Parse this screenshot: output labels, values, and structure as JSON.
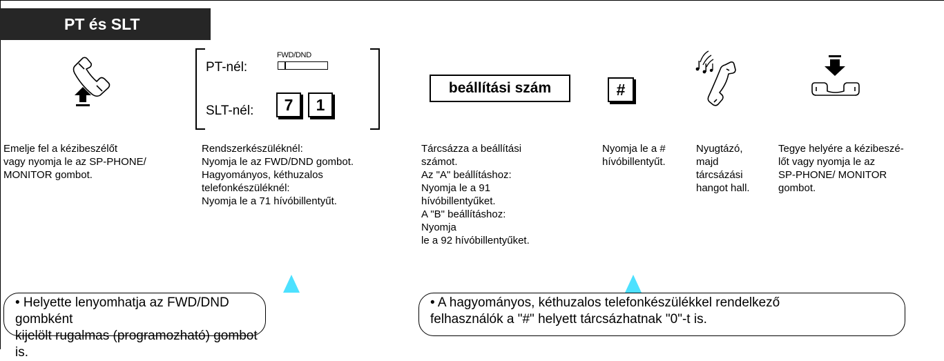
{
  "header": {
    "title": "PT és SLT"
  },
  "steps": [
    {
      "caption": "Emelje fel a kézibeszélőt\nvagy nyomja le az SP-PHONE/\nMONITOR gombot."
    },
    {
      "caption": "Rendszerkészüléknél:\nNyomja le az FWD/DND gombot.\nHagyományos, kéthuzalos\ntelefonkészüléknél:\nNyomja le a 71 hívóbillentyűt."
    },
    {
      "caption": "Tárcsázza a beállítási\nszámot.\nAz \"A\" beállításhoz:\nNyomja le a 91\nhívóbillentyűket.\nA \"B\" beállításhoz:\nNyomja\nle a 92 hívóbillentyűket."
    },
    {
      "caption": "Nyomja le a #\nhívóbillentyűt."
    },
    {
      "caption": "Nyugtázó,\nmajd\ntárcsázási\nhangot hall."
    },
    {
      "caption": "Tegye helyére a kézibeszé-\nlőt vagy nyomja le az\nSP-PHONE/ MONITOR\ngombot."
    }
  ],
  "dial_options": {
    "pt_label": "PT-nél:",
    "fwd_key_label": "FWD/DND",
    "slt_label": "SLT-nél:",
    "keys": [
      "7",
      "1"
    ]
  },
  "setting_number_label": "beállítási szám",
  "hash_key": "#",
  "notes": [
    {
      "text": "• Helyette lenyomhatja az FWD/DND gombként\nkijelölt rugalmas (programozható) gombot is."
    },
    {
      "text": "• A hagyományos, kéthuzalos telefonkészülékkel rendelkező\nfelhasználók a \"#\" helyett tárcsázhatnak \"0\"-t is."
    }
  ],
  "colors": {
    "header_bg": "#262626",
    "header_text": "#ffffff",
    "pointer": "#4de1ff"
  },
  "icons": [
    "handset-lift-icon",
    "handset-ring-icon",
    "handset-hangup-icon"
  ]
}
